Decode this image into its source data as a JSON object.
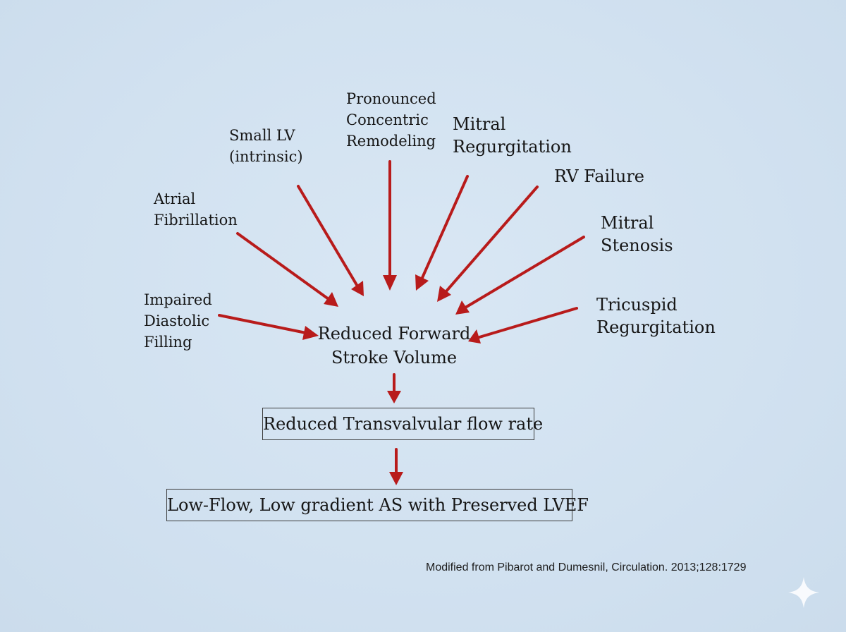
{
  "causes": {
    "impaired_diastolic_filling": [
      "Impaired",
      "Diastolic",
      "Filling"
    ],
    "atrial_fibrillation": [
      "Atrial",
      "Fibrillation"
    ],
    "small_lv": [
      "Small LV",
      "(intrinsic)"
    ],
    "concentric_remodeling": [
      "Pronounced",
      "Concentric",
      "Remodeling"
    ],
    "mitral_regurgitation": [
      "Mitral",
      "Regurgitation"
    ],
    "rv_failure": [
      "RV Failure"
    ],
    "mitral_stenosis": [
      "Mitral",
      "Stenosis"
    ],
    "tricuspid_regurgitation": [
      "Tricuspid",
      "Regurgitation"
    ]
  },
  "center": [
    "Reduced Forward",
    "Stroke Volume"
  ],
  "step2": "Reduced Transvalvular flow rate",
  "step3": "Low-Flow, Low gradient AS with Preserved LVEF",
  "citation": "Modified from Pibarot and Dumesnil, Circulation. 2013;128:1729",
  "colors": {
    "arrow": "#b81b1b",
    "background": "#d2e2f1",
    "text": "#161616",
    "box_border": "#3a3a3a"
  },
  "icons": {
    "corner": "sparkle-icon"
  }
}
